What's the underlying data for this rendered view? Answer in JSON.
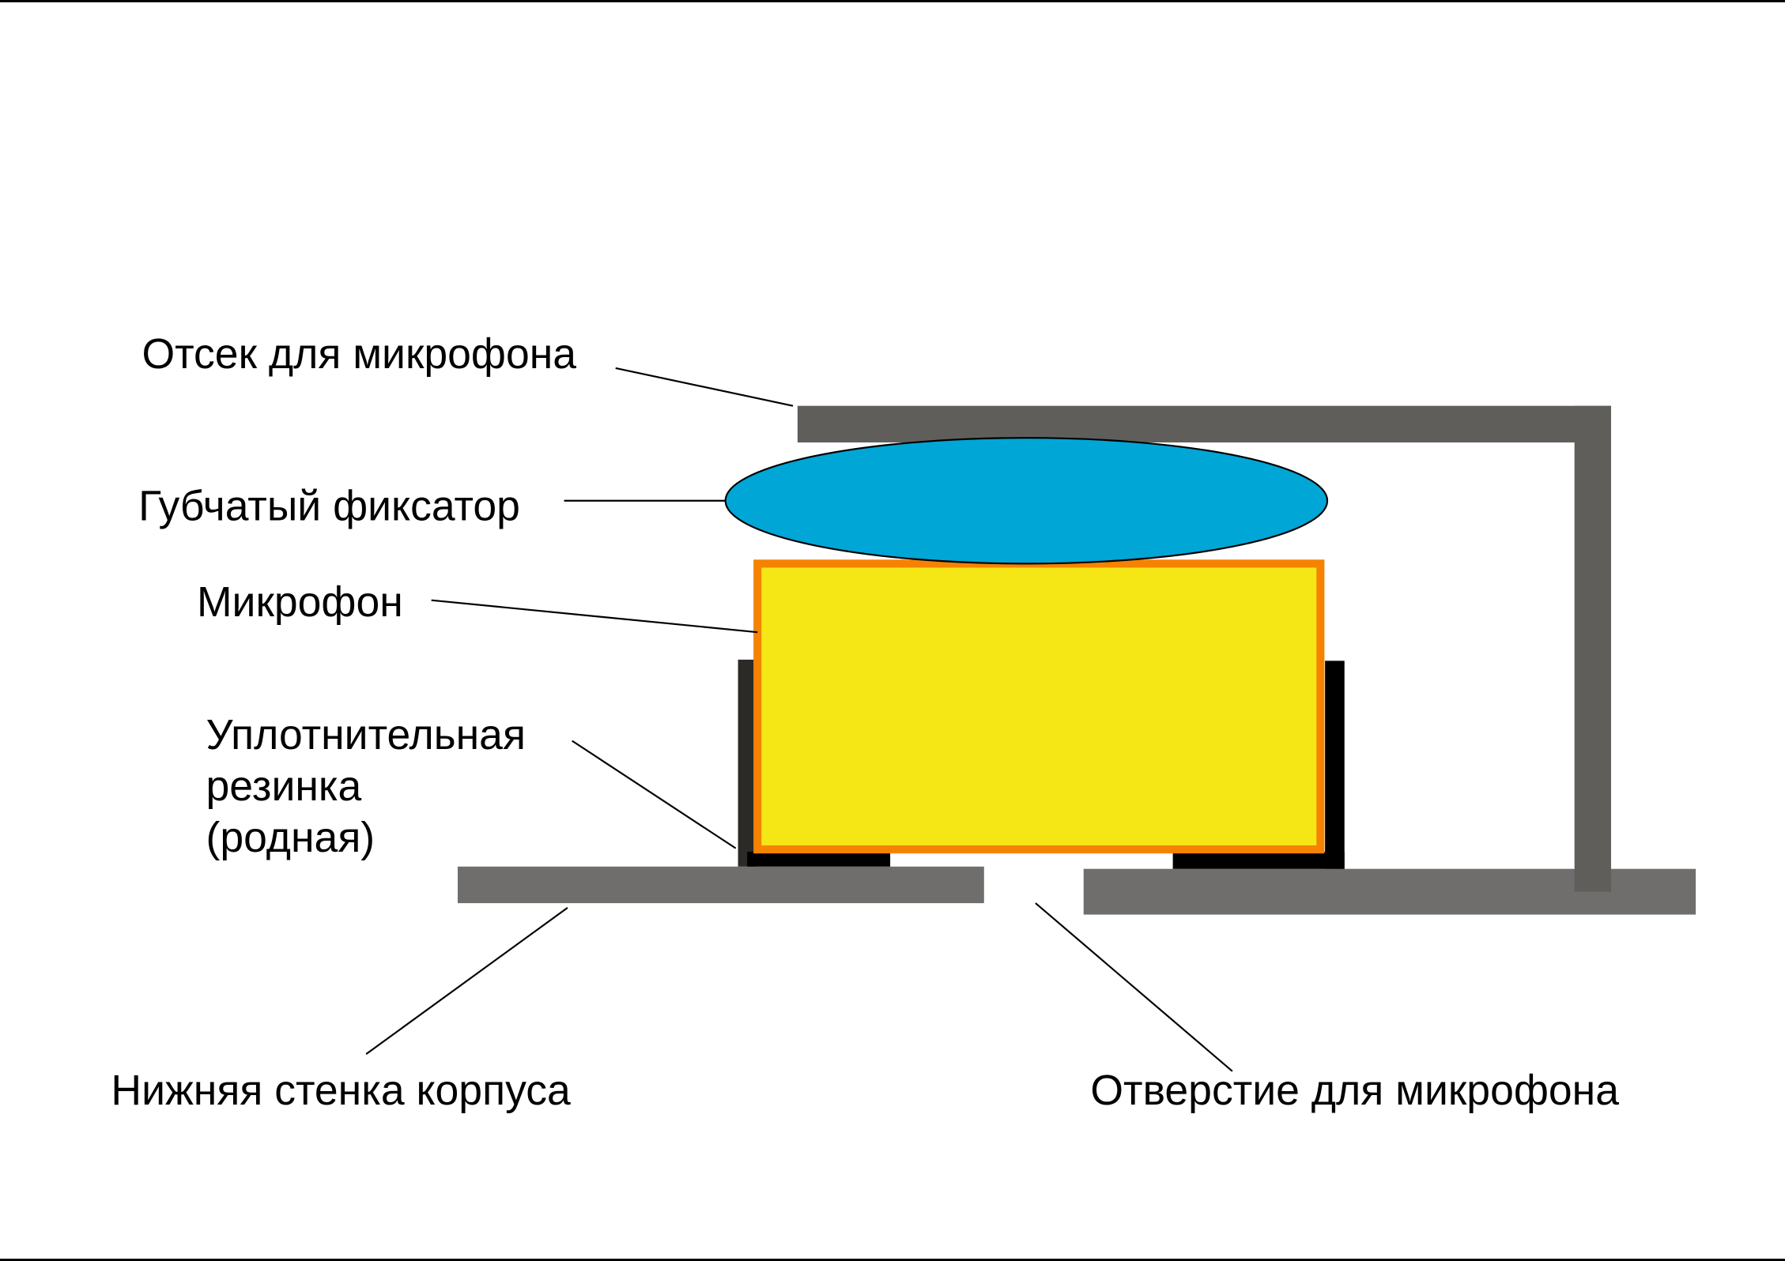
{
  "labels": {
    "compartment": "Отсек для микрофона",
    "sponge": "Губчатый фиксатор",
    "microphone": "Микрофон",
    "seal_line1": "Уплотнительная",
    "seal_line2": "резинка",
    "seal_line3": "(родная)",
    "bottom_wall": "Нижняя стенка корпуса",
    "hole": "Отверстие для микрофона"
  },
  "colors": {
    "bracket": "#5f5e5a",
    "wall": "#6f6e6c",
    "sponge": "#00a6d6",
    "mic_fill": "#f5e616",
    "mic_border": "#f58200",
    "seal": "#2b2a26"
  }
}
